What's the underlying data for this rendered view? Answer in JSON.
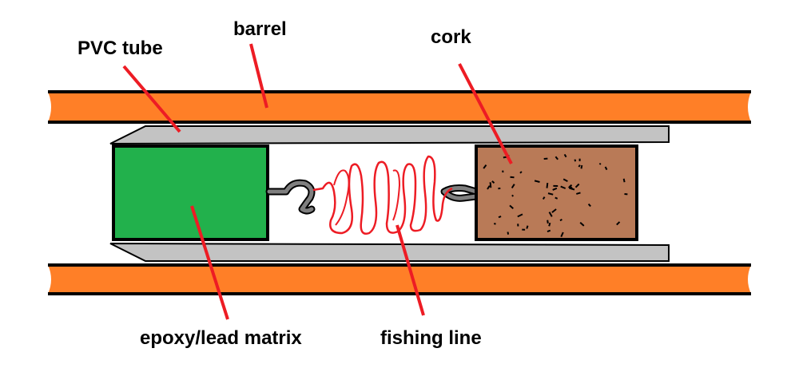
{
  "labels": {
    "pvc_tube": "PVC tube",
    "barrel": "barrel",
    "cork": "cork",
    "epoxy": "epoxy/lead matrix",
    "fishing_line": "fishing line"
  },
  "colors": {
    "barrel": "#ff7f27",
    "pvc": "#c3c3c3",
    "epoxy": "#22b14c",
    "cork": "#b97a57",
    "line": "#ed1c24",
    "hook": "#7f7f7f",
    "outline": "#000000"
  }
}
